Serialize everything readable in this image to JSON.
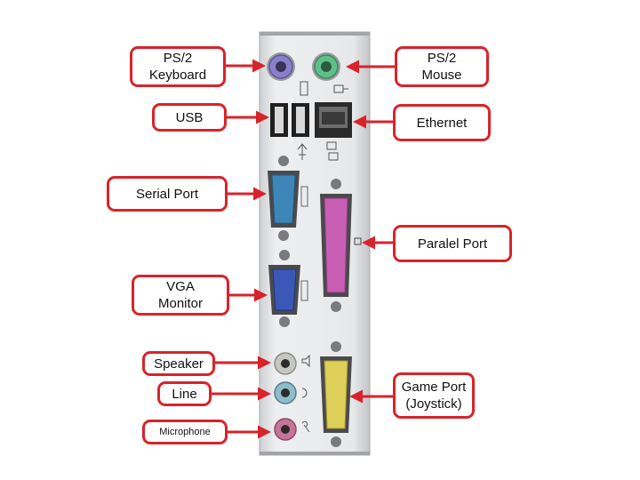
{
  "title": "",
  "colors": {
    "callout_border": "#d8232a",
    "arrow": "#d8232a",
    "panel": "#e6e7ea",
    "keyboard_port": "#8a7fc9",
    "mouse_port": "#5fbf8a",
    "serial_port": "#3f86b8",
    "parallel_port": "#c85fb4",
    "vga_port": "#3b57b8",
    "game_port": "#ddcf58",
    "speaker_jack": "#c7c7c1",
    "line_jack": "#8fbccb",
    "mic_jack": "#c6749a"
  },
  "labels": {
    "ps2_keyboard": "PS/2\nKeyboard",
    "usb": "USB",
    "serial_port": "Serial Port",
    "vga_monitor": "VGA\nMonitor",
    "speaker": "Speaker",
    "line": "Line",
    "microphone": "Microphone",
    "ps2_mouse": "PS/2\nMouse",
    "ethernet": "Ethernet",
    "parallel_port": "Paralel Port",
    "game_port": "Game Port\n(Joystick)"
  }
}
